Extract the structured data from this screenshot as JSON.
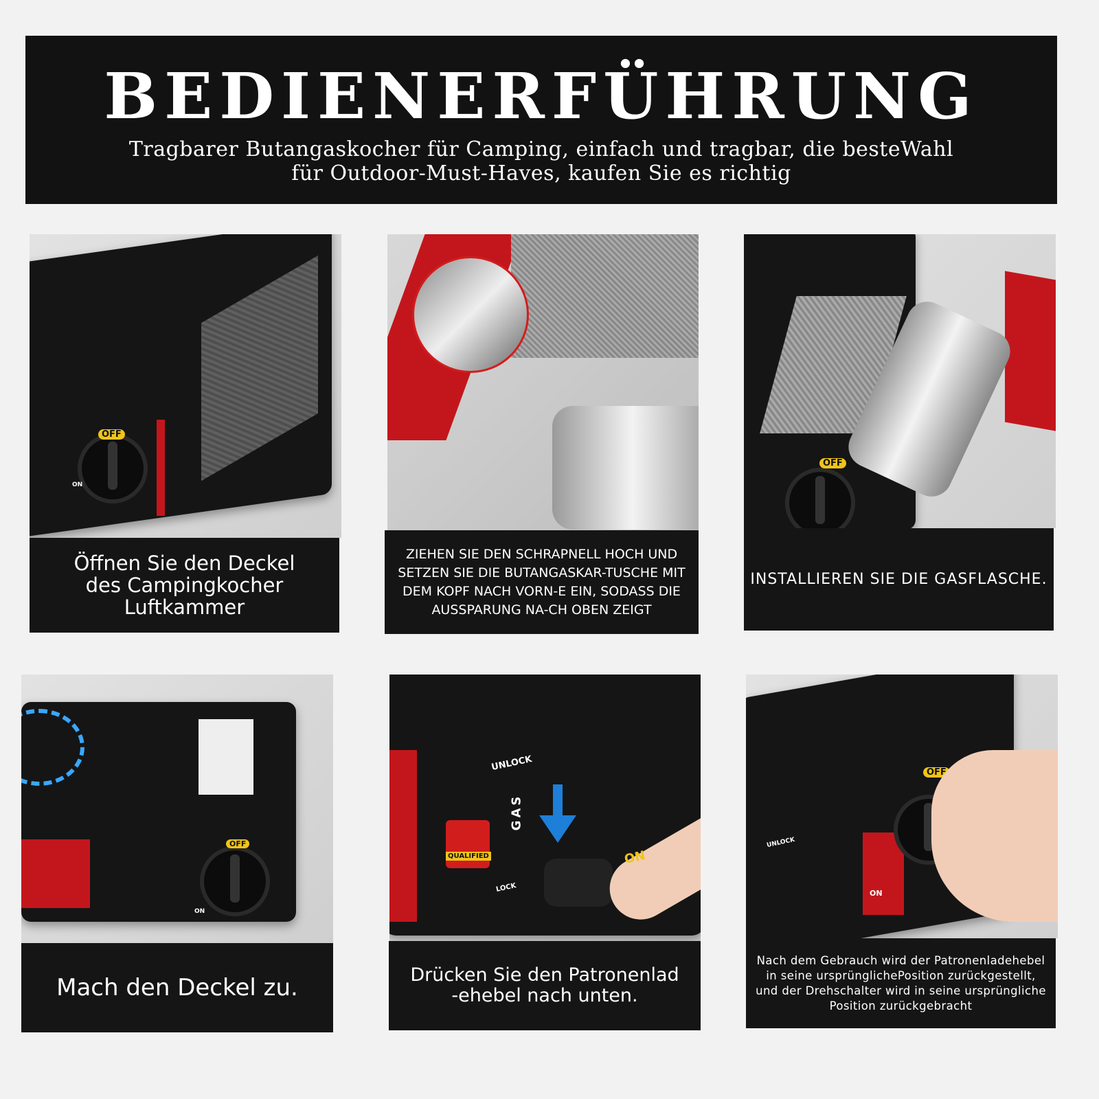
{
  "header": {
    "title": "BEDIENERFÜHRUNG",
    "subtitle_line1": "Tragbarer Butangaskocher für Camping, einfach und tragbar, die besteWahl",
    "subtitle_line2": "für Outdoor-Must-Haves, kaufen Sie es richtig"
  },
  "colors": {
    "background": "#f3f2f2",
    "panel": "#151515",
    "accent_red": "#c3161c",
    "accent_yellow": "#f0c419",
    "arrow_blue": "#1e7fd8"
  },
  "steps": [
    {
      "caption": "Öffnen Sie den Deckel des Campingkocher Luftkammer"
    },
    {
      "caption": "ZIEHEN SIE DEN SCHRAPNELL HOCH UND SETZEN SIE DIE BUTANGASKAR-TUSCHE MIT DEM KOPF NACH VORN-E EIN, SODASS DIE AUSSPARUNG NA-CH OBEN ZEIGT"
    },
    {
      "caption": "INSTALLIEREN SIE DIE GASFLASCHE."
    },
    {
      "caption": "Mach den Deckel zu."
    },
    {
      "caption_line1": "Drücken Sie den Patronenlad",
      "caption_line2": "-ehebel nach unten."
    },
    {
      "caption": "Nach dem Gebrauch wird der Patronenladehebel in seine ursprünglichePosition zurückgestellt, und der Drehschalter wird in seine ursprüngliche Position zurückgebracht"
    }
  ],
  "product_labels": {
    "off": "OFF",
    "on": "ON",
    "unlock": "UNLOCK",
    "lock": "LOCK",
    "gas": "GAS",
    "qualified": "QUALIFIED"
  }
}
